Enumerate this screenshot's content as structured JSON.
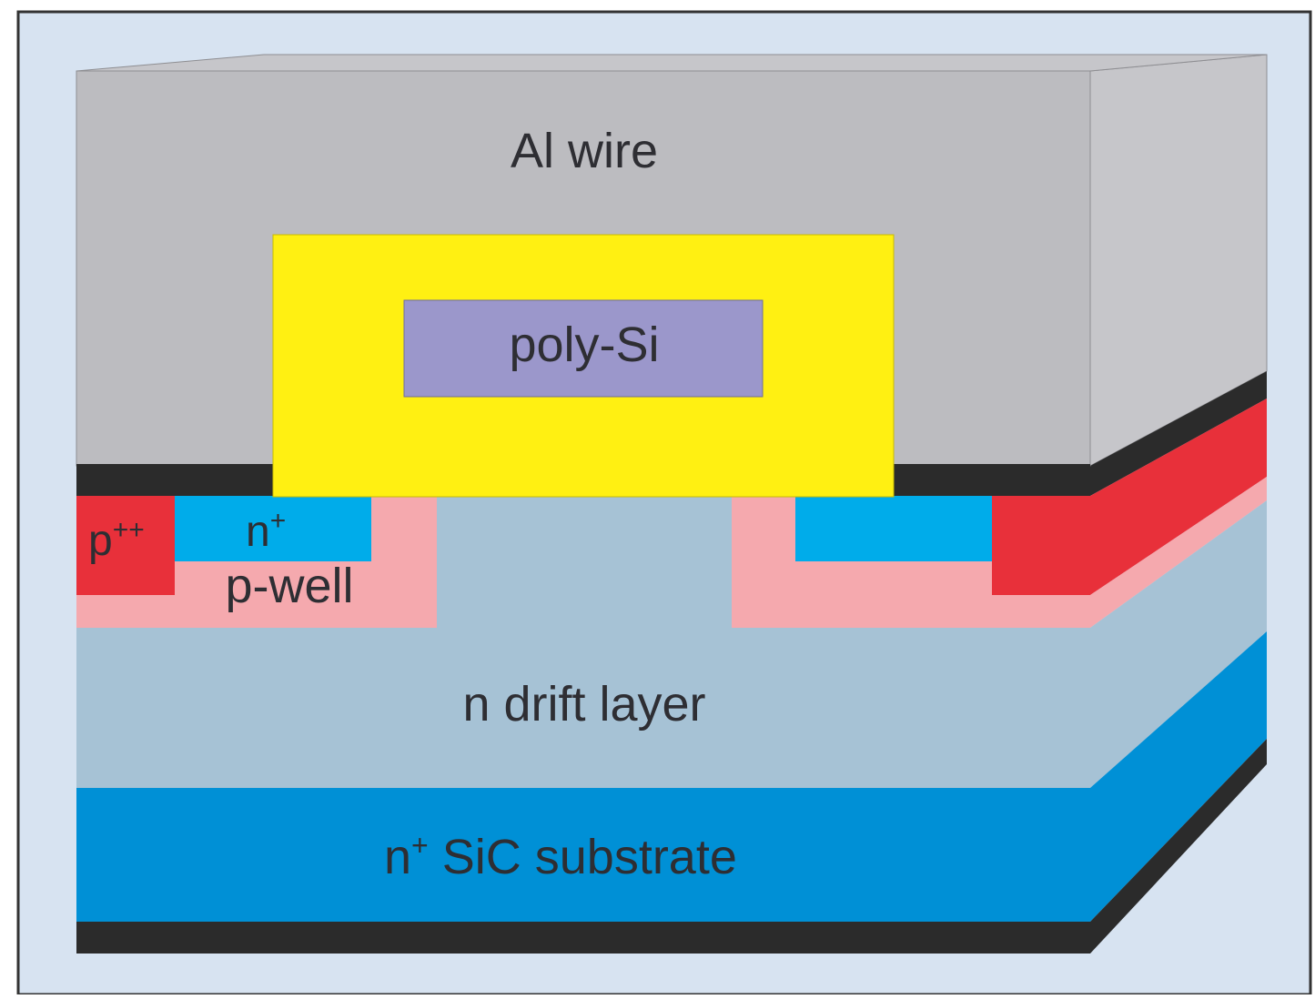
{
  "labels": {
    "al_wire": "Al wire",
    "poly_si": "poly-Si",
    "p_plus_plus_base": "p",
    "p_plus_plus_sup": "++",
    "n_plus_base": "n",
    "n_plus_sup": "+",
    "p_well": "p-well",
    "drift": "n drift layer",
    "substrate_prefix_base": "n",
    "substrate_prefix_sup": "+",
    "substrate_rest": " SiC substrate"
  },
  "colors": {
    "frame_bg": "#d7e3f1",
    "frame_border": "#333333",
    "al_wire": "#bcbcc0",
    "al_wire_side": "#c6c6ca",
    "black_layer": "#2b2b2b",
    "oxide": "#fff012",
    "poly_si": "#9b97cb",
    "p_plus_plus": "#e8303a",
    "n_plus": "#00acea",
    "p_well": "#f5a9ae",
    "drift": "#a6c2d5",
    "substrate": "#0090d6"
  }
}
